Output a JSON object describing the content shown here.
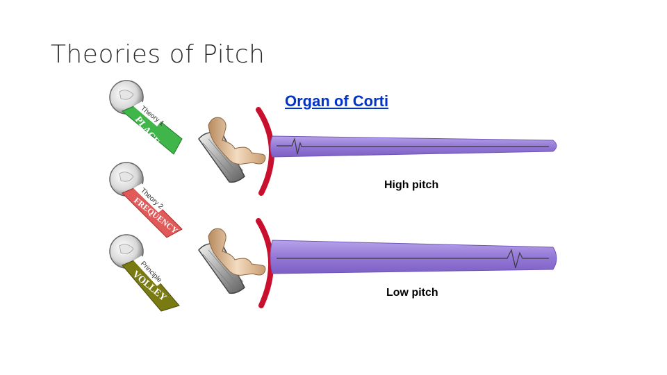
{
  "slide": {
    "title": "Theories of Pitch"
  },
  "organ": {
    "title": "Organ of Corti"
  },
  "labels": {
    "high": "High pitch",
    "low": "Low pitch"
  },
  "theories": [
    {
      "caption": "Theory 1",
      "name": "PLACE",
      "color": "#3fb54a"
    },
    {
      "caption": "Theory 2",
      "name": "FREQUENCY",
      "color": "#e05a5a"
    },
    {
      "caption": "Principle",
      "name": "VOLLEY",
      "color": "#7a7a12"
    }
  ],
  "colors": {
    "membrane": "#9b7fd9",
    "tympanum": "#c8102e"
  }
}
